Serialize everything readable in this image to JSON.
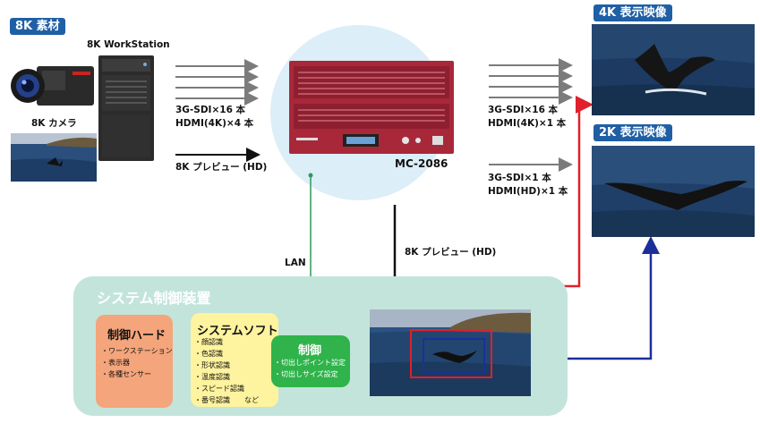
{
  "source": {
    "badge": "8K 素材"
  },
  "workstation": {
    "label": "8K WorkStation"
  },
  "camera": {
    "label": "8K カメラ"
  },
  "input_link": {
    "line1": "3G-SDI×16 本",
    "line2": "HDMI(4K)×4 本"
  },
  "preview_in": {
    "label": "8K プレビュー (HD)"
  },
  "device": {
    "name": "MC-2086"
  },
  "output_4k": {
    "line1": "3G-SDI×16 本",
    "line2": "HDMI(4K)×1 本"
  },
  "output_2k": {
    "line1": "3G-SDI×1 本",
    "line2": "HDMI(HD)×1 本"
  },
  "preview_out": {
    "label": "8K プレビュー (HD)"
  },
  "lan": {
    "label": "LAN"
  },
  "display_4k": {
    "badge": "4K 表示映像"
  },
  "display_2k": {
    "badge": "2K 表示映像"
  },
  "system": {
    "title": "システム制御装置",
    "hardware": {
      "title": "制御ハード",
      "items": [
        "・ワークステーション",
        "・表示器",
        "・各種センサー"
      ]
    },
    "software": {
      "title": "システムソフト",
      "items": [
        "・顔認識",
        "・色認識",
        "・形状認識",
        "・温度認識",
        "・スピード認識",
        "・番号認識　　など"
      ]
    },
    "control": {
      "title": "制御",
      "items": [
        "・切出しポイント設定",
        "・切出しサイズ設定"
      ]
    }
  },
  "colors": {
    "badge_blue": "#1f5fa5",
    "device_red": "#a8283a",
    "panel_teal": "#c3e4db",
    "hard_orange": "#f4a57b",
    "soft_yellow": "#fef39e",
    "control_green": "#2fb34a",
    "crop4k_red": "#e0202a",
    "crop2k_blue": "#1b2f9a",
    "lan_green": "#2e9a5a"
  }
}
